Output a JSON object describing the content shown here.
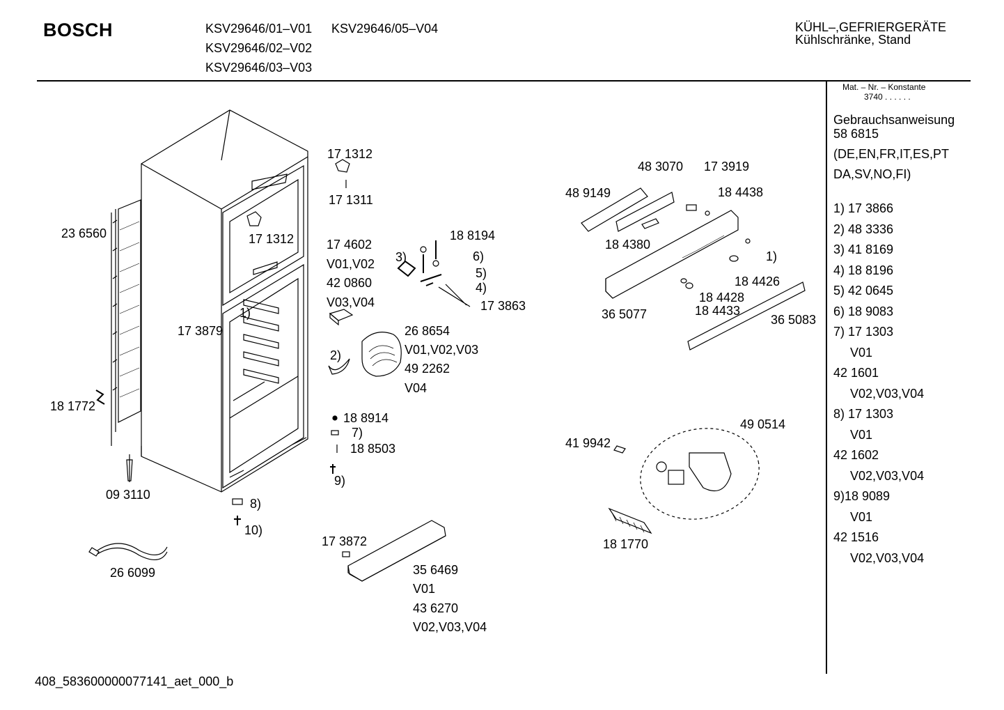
{
  "header": {
    "brand": "BOSCH",
    "models": [
      "KSV29646/01–V01",
      "KSV29646/05–V04",
      "KSV29646/02–V02",
      "KSV29646/03–V03"
    ],
    "category_line1": "KÜHL–,GEFRIERGERÄTE",
    "category_line2": "Kühlschränke, Stand"
  },
  "sidebar": {
    "mat_header": "Mat. – Nr. – Konstante",
    "konstante": "3740 . . . . . .",
    "manual_title": "Gebrauchsanweisung",
    "manual_number": "58 6815",
    "languages_1": "(DE,EN,FR,IT,ES,PT",
    "languages_2": "DA,SV,NO,FI)",
    "items": [
      "1) 17 3866",
      "2) 48 3336",
      "3) 41 8169",
      "4) 18 8196",
      "5) 42 0645",
      "6) 18 9083",
      "7) 17 1303",
      "V01",
      "42 1601",
      "V02,V03,V04",
      "8) 17 1303",
      "V01",
      "42 1602",
      "V02,V03,V04",
      "9)18 9089",
      "V01",
      "42 1516",
      "V02,V03,V04"
    ]
  },
  "labels": {
    "l_236560": "23 6560",
    "l_171312a": "17 1312",
    "l_171311": "17 1311",
    "l_171312b": "17 1312",
    "l_173879": "17 3879",
    "l_1a": "1)",
    "l_181772": "18 1772",
    "l_093110": "09 3110",
    "l_8": "8)",
    "l_10": "10)",
    "l_266099": "26 6099",
    "l_174602": "17 4602",
    "l_v0102": "V01,V02",
    "l_420860": "42 0860",
    "l_v0304": "V03,V04",
    "l_188194": "18 8194",
    "l_3": "3)",
    "l_6": "6)",
    "l_5": "5)",
    "l_4": "4)",
    "l_173863": "17 3863",
    "l_2": "2)",
    "l_268654": "26 8654",
    "l_v010203": "V01,V02,V03",
    "l_492262": "49 2262",
    "l_v04": "V04",
    "l_188914": "18 8914",
    "l_7": "7)",
    "l_188503": "18 8503",
    "l_9": "9)",
    "l_173872": "17 3872",
    "l_356469": "35 6469",
    "l_v01": "V01",
    "l_436270": "43 6270",
    "l_v020304": "V02,V03,V04",
    "l_483070": "48 3070",
    "l_173919": "17 3919",
    "l_489149": "48 9149",
    "l_184438": "18 4438",
    "l_184380": "18 4380",
    "l_1b": "1)",
    "l_184426": "18 4426",
    "l_184428": "18 4428",
    "l_184433": "18 4433",
    "l_365077": "36 5077",
    "l_365083": "36 5083",
    "l_490514": "49 0514",
    "l_419942": "41 9942",
    "l_181770": "18 1770"
  },
  "footer": {
    "code": "408_583600000077141_aet_000_b"
  }
}
